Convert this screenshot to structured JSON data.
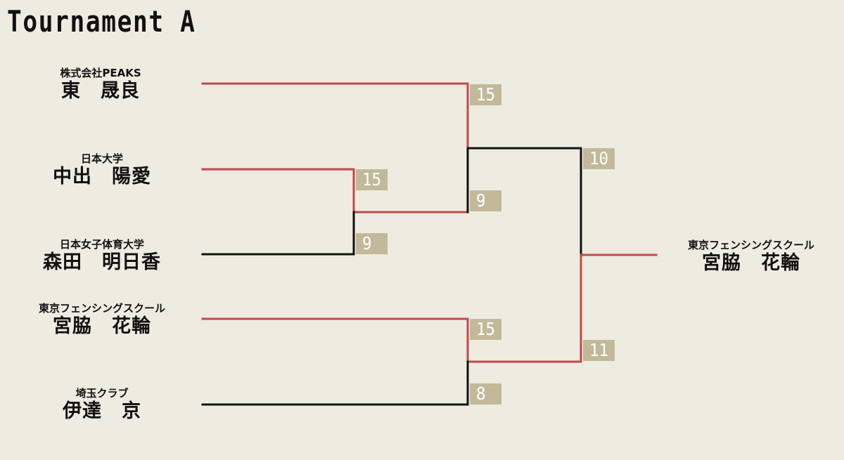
{
  "title": "Tournament A",
  "colors": {
    "winner_line": "#c4474c",
    "loser_line": "#111111",
    "score_bg": "#c1b99a",
    "background": "#eeebe1"
  },
  "players": [
    {
      "team": "株式会社PEAKS",
      "name": "東　晟良"
    },
    {
      "team": "日本大学",
      "name": "中出　陽愛"
    },
    {
      "team": "日本女子体育大学",
      "name": "森田　明日香"
    },
    {
      "team": "東京フェンシングスクール",
      "name": "宮脇　花輪"
    },
    {
      "team": "埼玉クラブ",
      "name": "伊達　京"
    }
  ],
  "champion": {
    "team": "東京フェンシングスクール",
    "name": "宮脇　花輪"
  },
  "scores": {
    "r1_nakade": "15",
    "r1_morita": "9",
    "sf1_higashi": "15",
    "sf1_nakade": "9",
    "sf2_miyawaki": "15",
    "sf2_date": "8",
    "final_top": "10",
    "final_bottom": "11"
  }
}
